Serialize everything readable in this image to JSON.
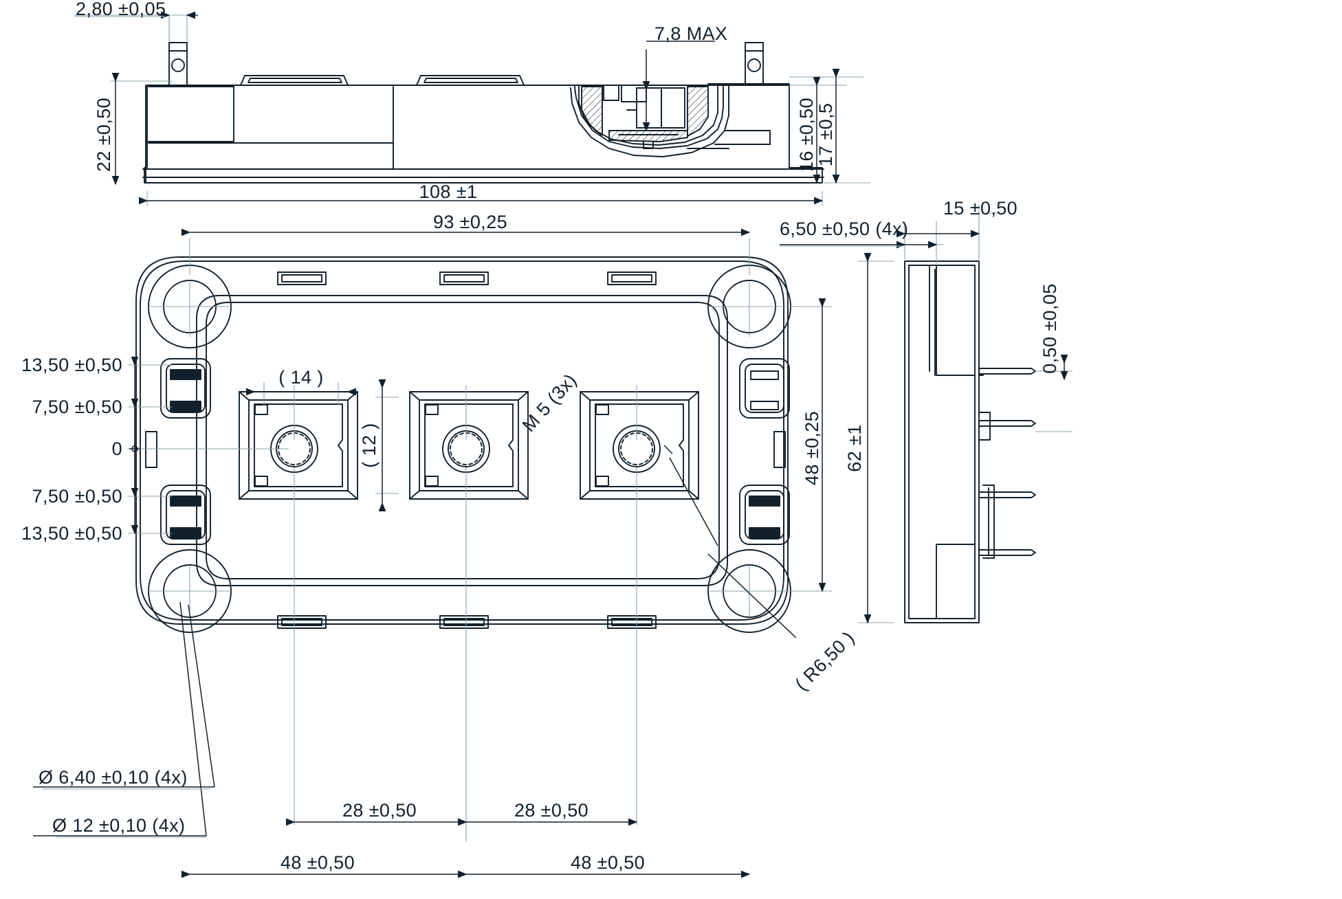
{
  "drawing": {
    "type": "mechanical-outline-drawing",
    "subject": "IGBT power module package outline",
    "units": "mm",
    "views": [
      "side-elevation",
      "top-view",
      "right-side-elevation"
    ]
  },
  "dimensions": {
    "side_view": {
      "terminal_thickness": "2,80 ±0,05",
      "overall_height": "22 ±0,50",
      "terminal_hole_depth": "7,8 MAX",
      "overall_length": "108 ±1",
      "body_height": "16 ±0,50",
      "body_height_alt": "17 ±0,5"
    },
    "top_view": {
      "mounting_hole_span": "93 ±0,25",
      "pin_row_outer": "13,50 ±0,50",
      "pin_row_inner": "7,50 ±0,50",
      "datum_zero": "0",
      "pin_row_inner_lower": "7,50 ±0,50",
      "pin_row_outer_lower": "13,50 ±0,50",
      "terminal_pad_width": "( 14 )",
      "terminal_pad_height": "( 12 )",
      "thread_callout": "M 5 (3x)",
      "height_across": "48 ±0,25",
      "hole_dia_small": "Ø 6,40 ±0,10 (4x)",
      "hole_dia_large": "Ø 12 ±0,10 (4x)",
      "corner_radius": "( R6,50 )",
      "pitch_center_left": "28 ±0,50",
      "pitch_center_right": "28 ±0,50",
      "pitch_outer_left": "48 ±0,50",
      "pitch_outer_right": "48 ±0,50"
    },
    "right_view": {
      "pin_offset_4x": "6,50 ±0,50 (4x)",
      "flange_width": "15 ±0,50",
      "pin_thickness": "0,50 ±0,05",
      "overall_width": "62 ±1"
    }
  },
  "colors": {
    "line": "#12202b",
    "thin_line": "#6f8794",
    "center_line": "#9fb4bf",
    "background": "#ffffff"
  }
}
